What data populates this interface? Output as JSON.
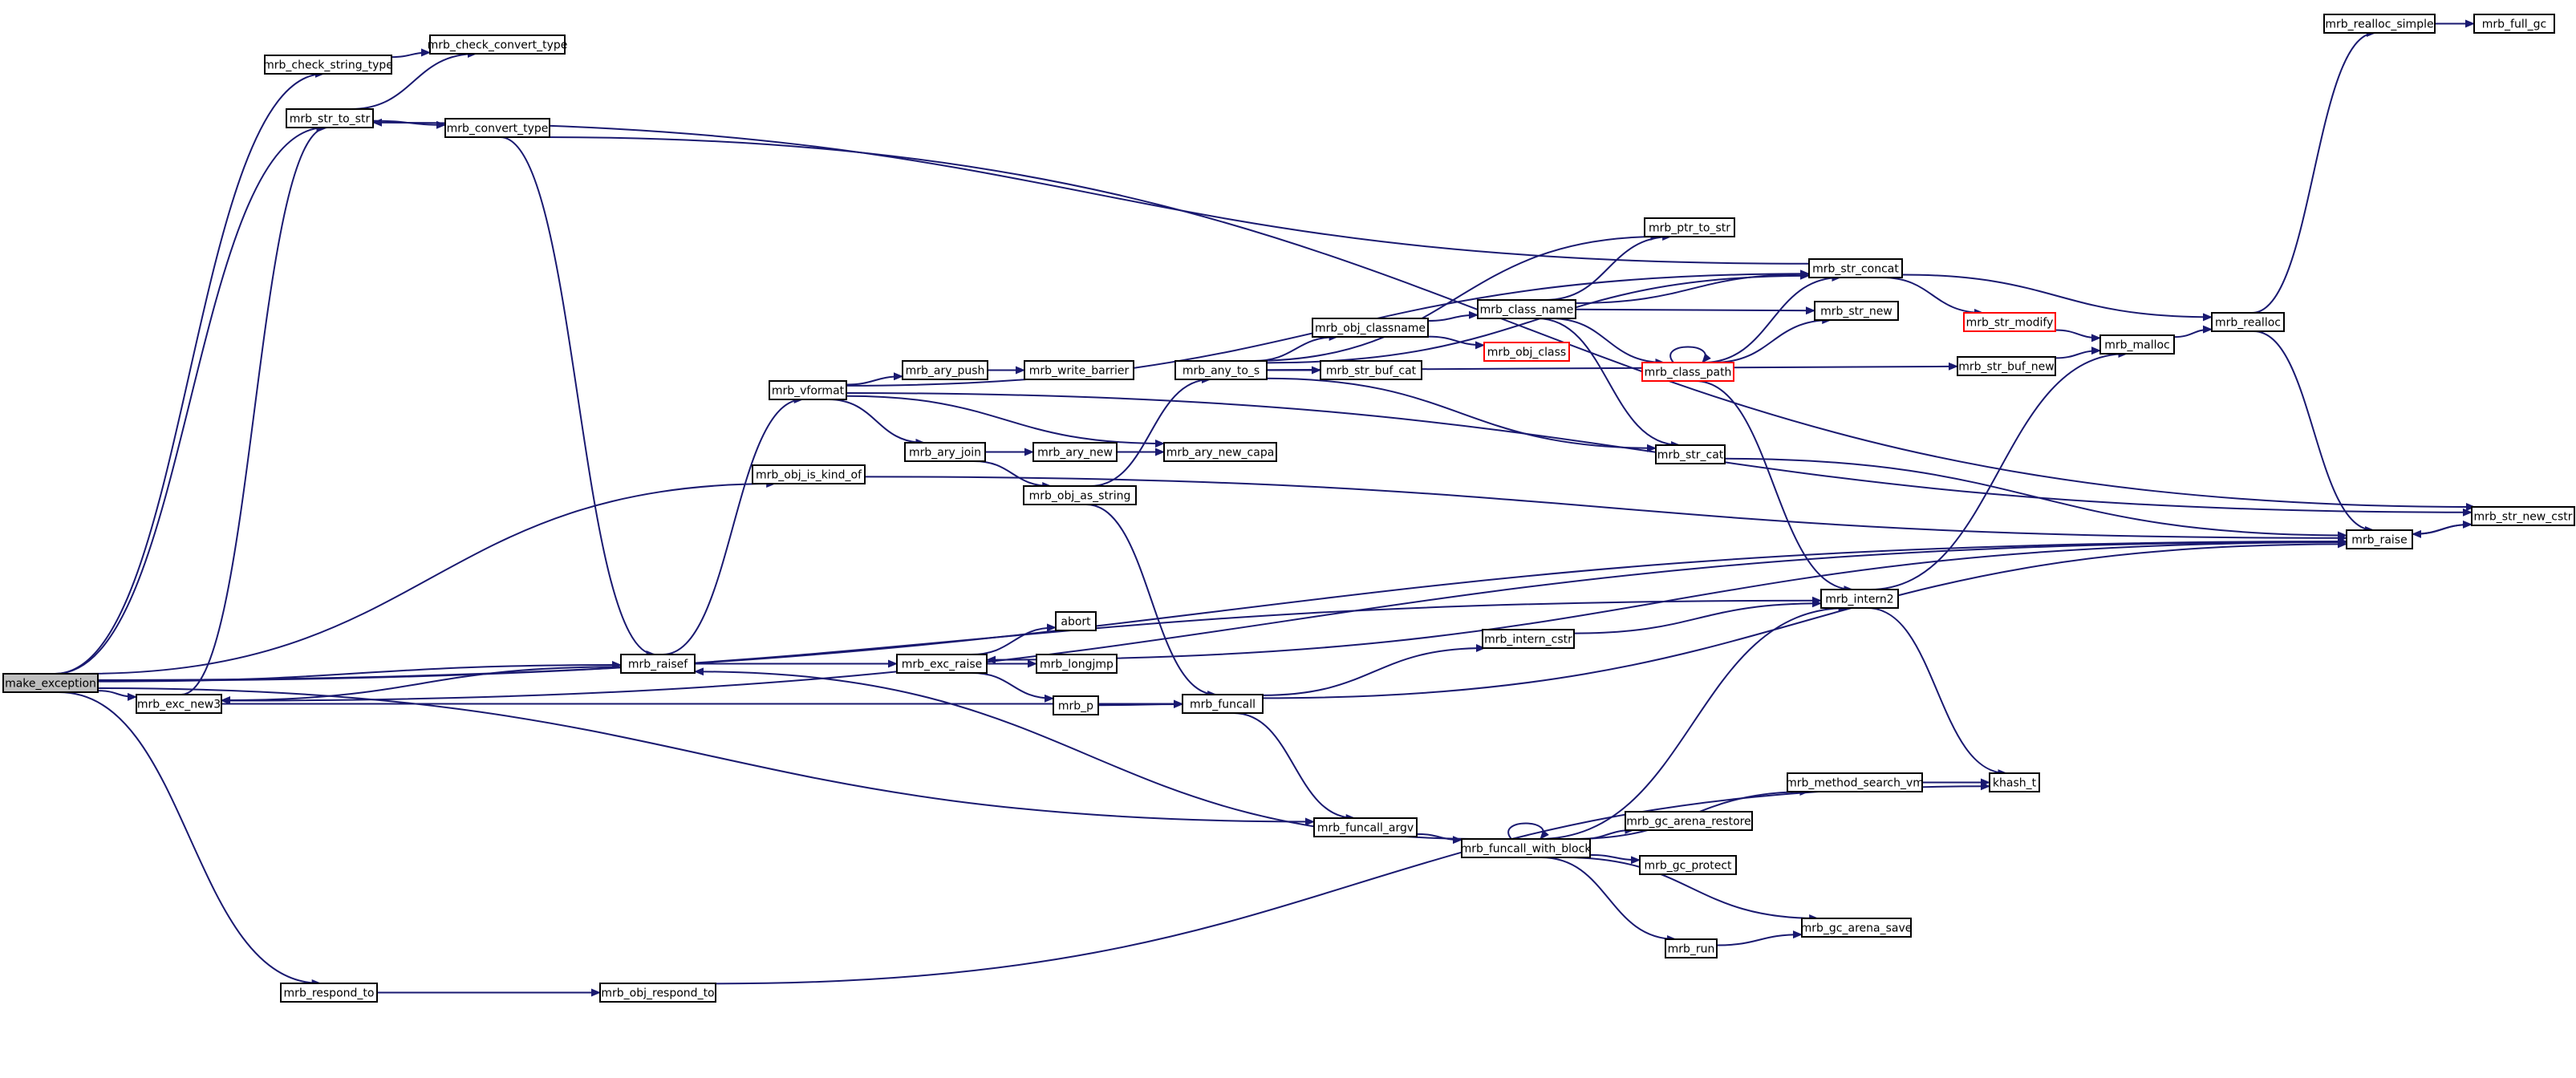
{
  "diagram": {
    "type": "call-graph",
    "edge_color": "#191970",
    "truncated_border_color": "#ff0000",
    "root_fill": "#bfbfbf",
    "nodes": [
      {
        "id": "make_exception",
        "label": "make_exception",
        "root": true
      },
      {
        "id": "mrb_check_string_type",
        "label": "mrb_check_string_type"
      },
      {
        "id": "mrb_check_convert_type",
        "label": "mrb_check_convert_type"
      },
      {
        "id": "mrb_str_to_str",
        "label": "mrb_str_to_str"
      },
      {
        "id": "mrb_convert_type",
        "label": "mrb_convert_type"
      },
      {
        "id": "mrb_exc_new3",
        "label": "mrb_exc_new3"
      },
      {
        "id": "mrb_raisef",
        "label": "mrb_raisef"
      },
      {
        "id": "mrb_respond_to",
        "label": "mrb_respond_to"
      },
      {
        "id": "mrb_obj_respond_to",
        "label": "mrb_obj_respond_to"
      },
      {
        "id": "mrb_vformat",
        "label": "mrb_vformat"
      },
      {
        "id": "mrb_obj_is_kind_of",
        "label": "mrb_obj_is_kind_of"
      },
      {
        "id": "mrb_ary_push",
        "label": "mrb_ary_push"
      },
      {
        "id": "mrb_write_barrier",
        "label": "mrb_write_barrier"
      },
      {
        "id": "mrb_ary_join",
        "label": "mrb_ary_join"
      },
      {
        "id": "mrb_ary_new",
        "label": "mrb_ary_new"
      },
      {
        "id": "mrb_ary_new_capa",
        "label": "mrb_ary_new_capa"
      },
      {
        "id": "mrb_obj_as_string",
        "label": "mrb_obj_as_string"
      },
      {
        "id": "mrb_exc_raise",
        "label": "mrb_exc_raise"
      },
      {
        "id": "abort",
        "label": "abort"
      },
      {
        "id": "mrb_longjmp",
        "label": "mrb_longjmp"
      },
      {
        "id": "mrb_p",
        "label": "mrb_p"
      },
      {
        "id": "mrb_funcall",
        "label": "mrb_funcall"
      },
      {
        "id": "mrb_funcall_argv",
        "label": "mrb_funcall_argv"
      },
      {
        "id": "mrb_funcall_with_block",
        "label": "mrb_funcall_with_block"
      },
      {
        "id": "mrb_any_to_s",
        "label": "mrb_any_to_s"
      },
      {
        "id": "mrb_obj_classname",
        "label": "mrb_obj_classname"
      },
      {
        "id": "mrb_str_buf_cat",
        "label": "mrb_str_buf_cat"
      },
      {
        "id": "mrb_class_name",
        "label": "mrb_class_name"
      },
      {
        "id": "mrb_obj_class",
        "label": "mrb_obj_class",
        "truncated": true
      },
      {
        "id": "mrb_intern_cstr",
        "label": "mrb_intern_cstr"
      },
      {
        "id": "mrb_ptr_to_str",
        "label": "mrb_ptr_to_str"
      },
      {
        "id": "mrb_class_path",
        "label": "mrb_class_path",
        "truncated": true
      },
      {
        "id": "mrb_str_cat",
        "label": "mrb_str_cat"
      },
      {
        "id": "mrb_str_concat",
        "label": "mrb_str_concat"
      },
      {
        "id": "mrb_str_new",
        "label": "mrb_str_new"
      },
      {
        "id": "mrb_str_buf_new",
        "label": "mrb_str_buf_new"
      },
      {
        "id": "mrb_intern2",
        "label": "mrb_intern2"
      },
      {
        "id": "mrb_gc_arena_restore",
        "label": "mrb_gc_arena_restore"
      },
      {
        "id": "mrb_gc_protect",
        "label": "mrb_gc_protect"
      },
      {
        "id": "mrb_method_search_vm",
        "label": "mrb_method_search_vm"
      },
      {
        "id": "mrb_gc_arena_save",
        "label": "mrb_gc_arena_save"
      },
      {
        "id": "mrb_run",
        "label": "mrb_run"
      },
      {
        "id": "mrb_str_modify",
        "label": "mrb_str_modify",
        "truncated": true
      },
      {
        "id": "khash_t",
        "label": "khash_t"
      },
      {
        "id": "mrb_malloc",
        "label": "mrb_malloc"
      },
      {
        "id": "mrb_realloc",
        "label": "mrb_realloc"
      },
      {
        "id": "mrb_realloc_simple",
        "label": "mrb_realloc_simple"
      },
      {
        "id": "mrb_full_gc",
        "label": "mrb_full_gc"
      },
      {
        "id": "mrb_raise",
        "label": "mrb_raise"
      },
      {
        "id": "mrb_str_new_cstr",
        "label": "mrb_str_new_cstr"
      }
    ],
    "edges": [
      [
        "make_exception",
        "mrb_check_string_type"
      ],
      [
        "make_exception",
        "mrb_str_to_str"
      ],
      [
        "make_exception",
        "mrb_exc_new3"
      ],
      [
        "make_exception",
        "mrb_raisef"
      ],
      [
        "make_exception",
        "mrb_respond_to"
      ],
      [
        "make_exception",
        "mrb_obj_is_kind_of"
      ],
      [
        "make_exception",
        "mrb_intern2"
      ],
      [
        "make_exception",
        "mrb_funcall_argv"
      ],
      [
        "make_exception",
        "mrb_raise"
      ],
      [
        "mrb_check_string_type",
        "mrb_check_convert_type"
      ],
      [
        "mrb_str_to_str",
        "mrb_check_convert_type"
      ],
      [
        "mrb_str_to_str",
        "mrb_convert_type"
      ],
      [
        "mrb_convert_type",
        "mrb_raisef"
      ],
      [
        "mrb_convert_type",
        "mrb_str_new_cstr"
      ],
      [
        "mrb_exc_new3",
        "mrb_str_to_str"
      ],
      [
        "mrb_exc_new3",
        "mrb_funcall"
      ],
      [
        "mrb_raisef",
        "mrb_exc_new3"
      ],
      [
        "mrb_raisef",
        "mrb_vformat"
      ],
      [
        "mrb_raisef",
        "mrb_exc_raise"
      ],
      [
        "mrb_respond_to",
        "mrb_obj_respond_to"
      ],
      [
        "mrb_obj_respond_to",
        "khash_t"
      ],
      [
        "mrb_obj_is_kind_of",
        "mrb_raise"
      ],
      [
        "mrb_vformat",
        "mrb_ary_push"
      ],
      [
        "mrb_vformat",
        "mrb_ary_join"
      ],
      [
        "mrb_vformat",
        "mrb_ary_new_capa"
      ],
      [
        "mrb_vformat",
        "mrb_str_concat"
      ],
      [
        "mrb_vformat",
        "mrb_str_new_cstr"
      ],
      [
        "mrb_ary_push",
        "mrb_write_barrier"
      ],
      [
        "mrb_ary_join",
        "mrb_ary_new"
      ],
      [
        "mrb_ary_join",
        "mrb_obj_as_string"
      ],
      [
        "mrb_ary_new",
        "mrb_ary_new_capa"
      ],
      [
        "mrb_obj_as_string",
        "mrb_any_to_s"
      ],
      [
        "mrb_obj_as_string",
        "mrb_funcall"
      ],
      [
        "mrb_exc_raise",
        "abort"
      ],
      [
        "mrb_exc_raise",
        "mrb_longjmp"
      ],
      [
        "mrb_exc_raise",
        "mrb_p"
      ],
      [
        "mrb_p",
        "mrb_funcall"
      ],
      [
        "mrb_funcall",
        "mrb_intern_cstr"
      ],
      [
        "mrb_funcall",
        "mrb_funcall_argv"
      ],
      [
        "mrb_funcall",
        "mrb_raise"
      ],
      [
        "mrb_funcall_argv",
        "mrb_funcall_with_block"
      ],
      [
        "mrb_funcall_with_block",
        "mrb_funcall_with_block"
      ],
      [
        "mrb_funcall_with_block",
        "mrb_raisef"
      ],
      [
        "mrb_funcall_with_block",
        "mrb_intern2"
      ],
      [
        "mrb_funcall_with_block",
        "mrb_method_search_vm"
      ],
      [
        "mrb_funcall_with_block",
        "mrb_gc_arena_restore"
      ],
      [
        "mrb_funcall_with_block",
        "mrb_gc_protect"
      ],
      [
        "mrb_funcall_with_block",
        "mrb_gc_arena_save"
      ],
      [
        "mrb_funcall_with_block",
        "mrb_run"
      ],
      [
        "mrb_any_to_s",
        "mrb_obj_classname"
      ],
      [
        "mrb_any_to_s",
        "mrb_str_buf_cat"
      ],
      [
        "mrb_any_to_s",
        "mrb_ptr_to_str"
      ],
      [
        "mrb_any_to_s",
        "mrb_str_cat"
      ],
      [
        "mrb_any_to_s",
        "mrb_str_concat"
      ],
      [
        "mrb_any_to_s",
        "mrb_str_buf_new"
      ],
      [
        "mrb_obj_classname",
        "mrb_class_name"
      ],
      [
        "mrb_obj_classname",
        "mrb_obj_class"
      ],
      [
        "mrb_class_name",
        "mrb_ptr_to_str"
      ],
      [
        "mrb_class_name",
        "mrb_str_concat"
      ],
      [
        "mrb_class_name",
        "mrb_str_new"
      ],
      [
        "mrb_class_name",
        "mrb_class_path"
      ],
      [
        "mrb_class_name",
        "mrb_str_cat"
      ],
      [
        "mrb_class_path",
        "mrb_class_path"
      ],
      [
        "mrb_class_path",
        "mrb_str_concat"
      ],
      [
        "mrb_class_path",
        "mrb_str_new"
      ],
      [
        "mrb_class_path",
        "mrb_intern2"
      ],
      [
        "mrb_intern_cstr",
        "mrb_intern2"
      ],
      [
        "mrb_str_concat",
        "mrb_str_modify"
      ],
      [
        "mrb_str_concat",
        "mrb_realloc"
      ],
      [
        "mrb_str_concat",
        "mrb_str_to_str"
      ],
      [
        "mrb_str_modify",
        "mrb_malloc"
      ],
      [
        "mrb_str_buf_new",
        "mrb_malloc"
      ],
      [
        "mrb_str_cat",
        "mrb_raise"
      ],
      [
        "mrb_intern2",
        "mrb_malloc"
      ],
      [
        "mrb_intern2",
        "khash_t"
      ],
      [
        "mrb_method_search_vm",
        "khash_t"
      ],
      [
        "mrb_run",
        "mrb_gc_arena_save"
      ],
      [
        "mrb_malloc",
        "mrb_realloc"
      ],
      [
        "mrb_realloc",
        "mrb_realloc_simple"
      ],
      [
        "mrb_realloc",
        "mrb_raise"
      ],
      [
        "mrb_realloc_simple",
        "mrb_full_gc"
      ],
      [
        "mrb_raise",
        "mrb_str_new_cstr"
      ],
      [
        "mrb_raise",
        "mrb_exc_raise"
      ],
      [
        "mrb_raise",
        "mrb_exc_new3"
      ],
      [
        "mrb_str_new_cstr",
        "mrb_raise"
      ]
    ]
  }
}
